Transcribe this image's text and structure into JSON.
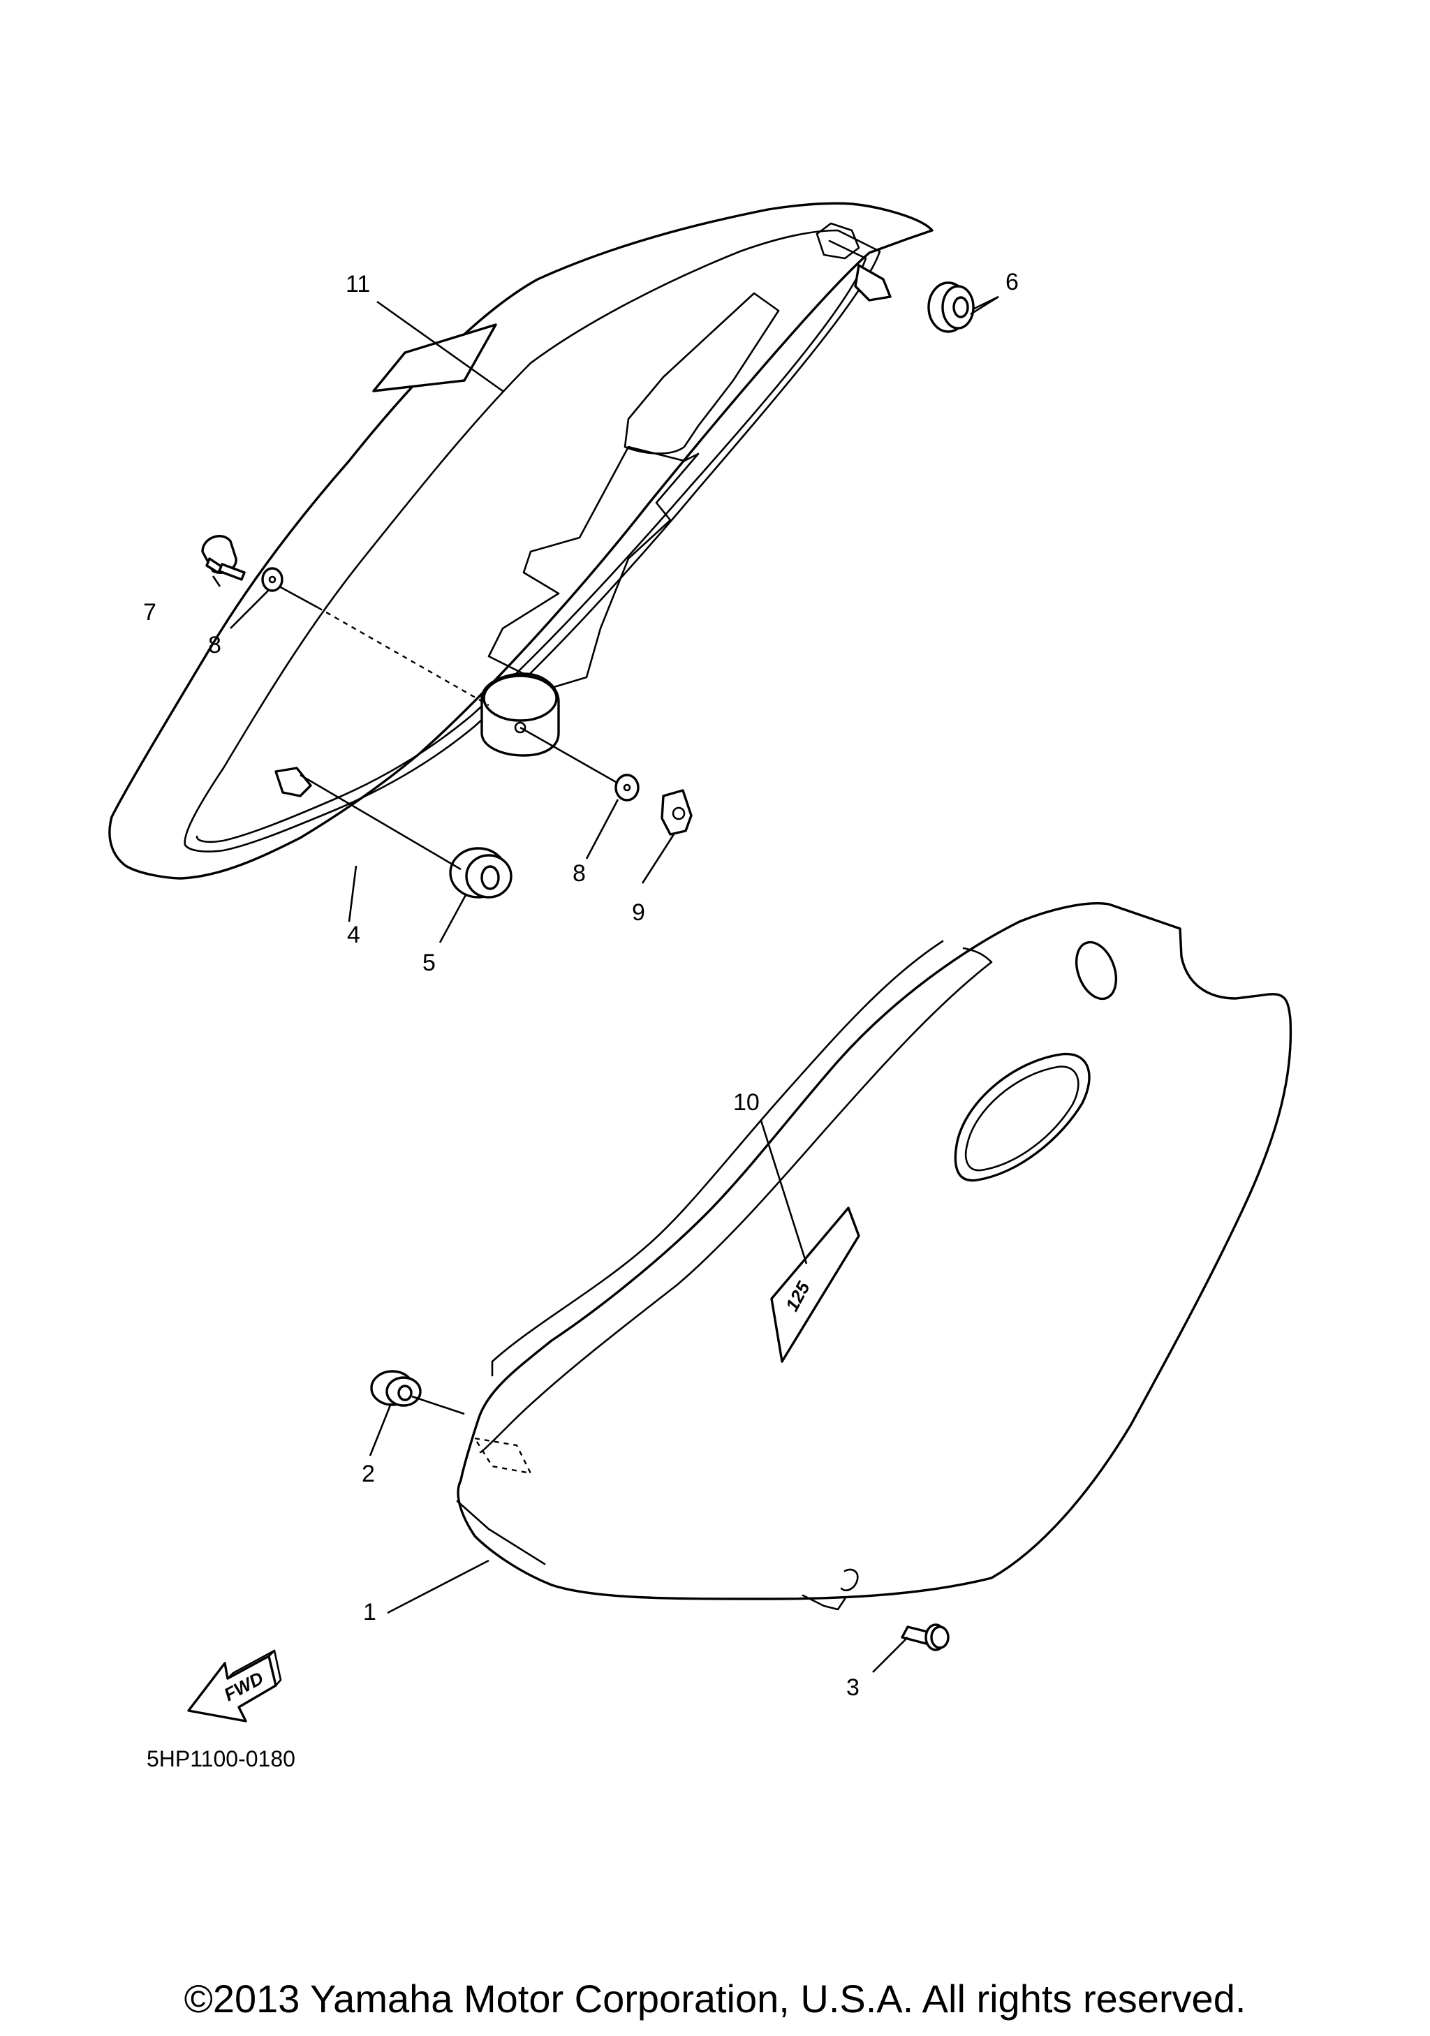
{
  "callouts": [
    "1",
    "2",
    "3",
    "4",
    "5",
    "6",
    "7",
    "8",
    "8",
    "9",
    "10",
    "11"
  ],
  "decal_text": "125",
  "fwd_label": "FWD",
  "diagram_code": "5HP1100-0180",
  "copyright": "©2013 Yamaha Motor Corporation, U.S.A. All rights reserved."
}
